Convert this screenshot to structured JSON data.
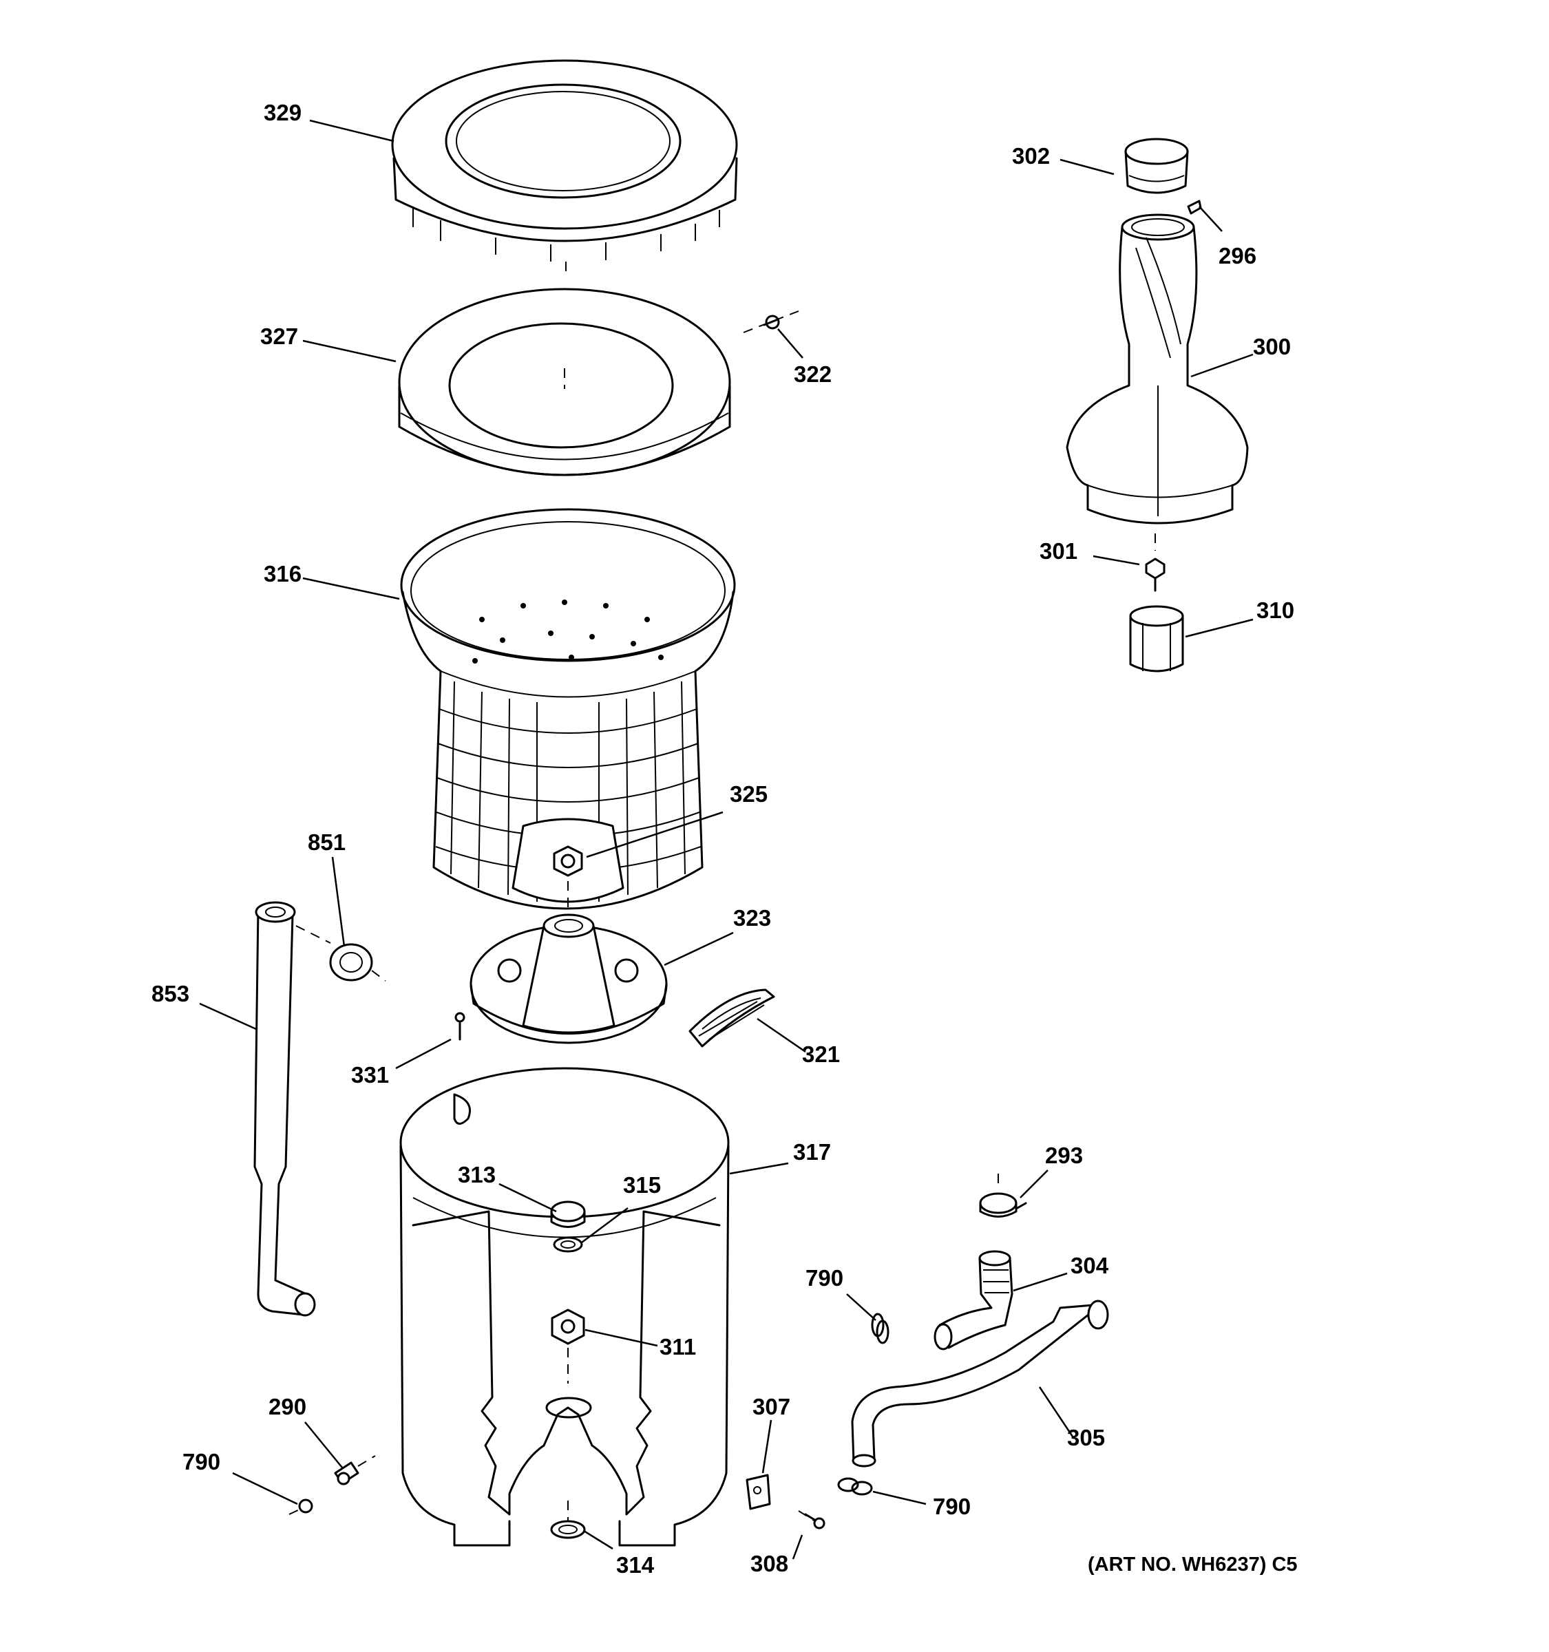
{
  "callouts": {
    "c329": "329",
    "c327": "327",
    "c322": "322",
    "c316": "316",
    "c302": "302",
    "c296": "296",
    "c300": "300",
    "c301": "301",
    "c310": "310",
    "c325": "325",
    "c851": "851",
    "c853": "853",
    "c323": "323",
    "c321": "321",
    "c331": "331",
    "c317": "317",
    "c313": "313",
    "c315": "315",
    "c293": "293",
    "c790a": "790",
    "c304": "304",
    "c311": "311",
    "c290": "290",
    "c790b": "790",
    "c307": "307",
    "c305": "305",
    "c790c": "790",
    "c314": "314",
    "c308": "308"
  },
  "art_number": "(ART NO. WH6237) C5"
}
